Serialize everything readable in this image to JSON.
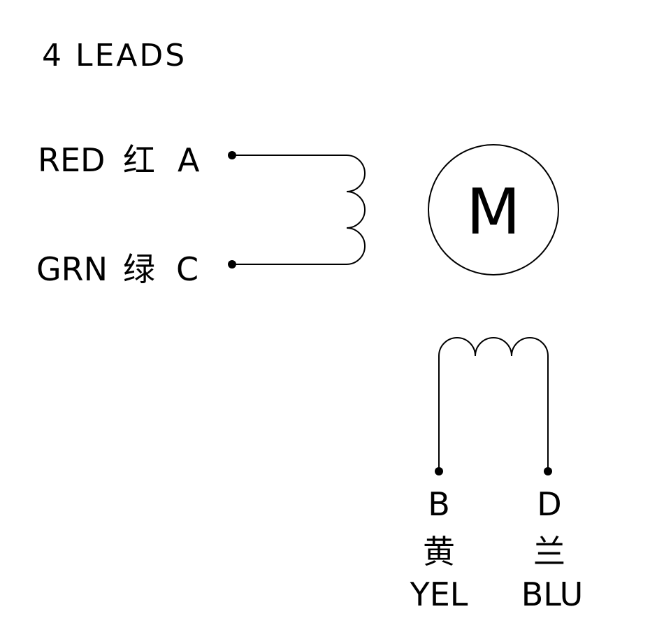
{
  "title": "4 LEADS",
  "motor": {
    "label": "M"
  },
  "winding_ac": {
    "lead_a": {
      "color": "RED",
      "chinese": "红",
      "letter": "A"
    },
    "lead_c": {
      "color": "GRN",
      "chinese": "绿",
      "letter": "C"
    }
  },
  "winding_bd": {
    "lead_b": {
      "letter": "B",
      "chinese": "黄",
      "color": "YEL"
    },
    "lead_d": {
      "letter": "D",
      "chinese": "兰",
      "color": "BLU"
    }
  },
  "colors": {
    "line": "#000000",
    "background": "#ffffff"
  }
}
